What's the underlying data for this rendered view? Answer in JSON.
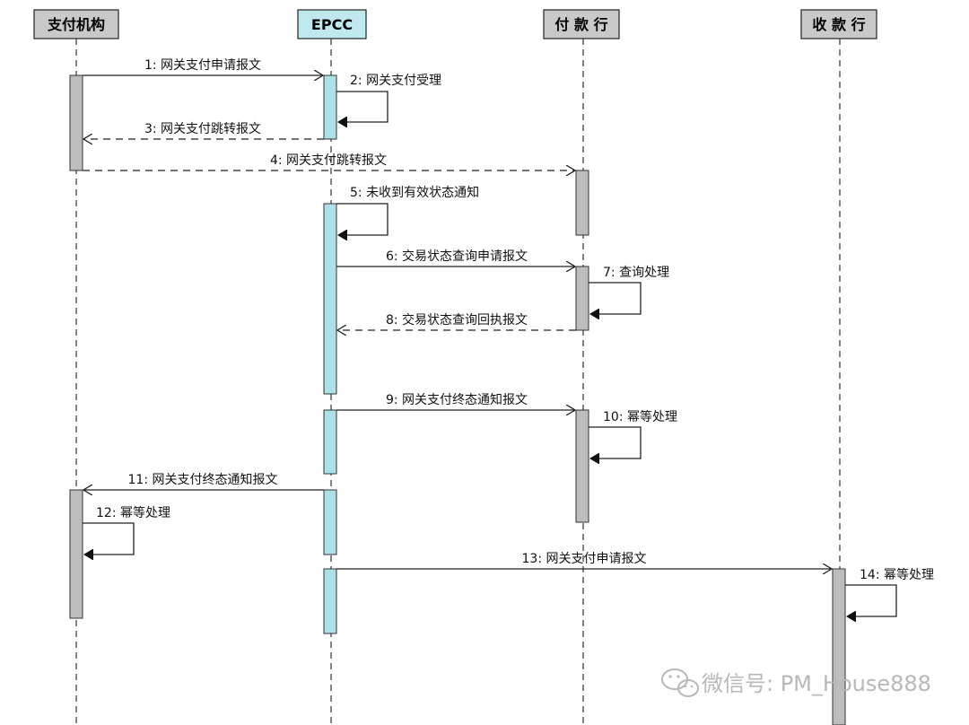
{
  "colors": {
    "header_gray": "#c9c9c9",
    "header_cyan": "#bfe9ef",
    "activation_gray": "#bdbdbd",
    "activation_cyan": "#aee0ea",
    "line": "#222222",
    "watermark": "#b8b8b8"
  },
  "lifelines": [
    {
      "id": "payment-institution",
      "label": "支付机构"
    },
    {
      "id": "epcc",
      "label": "EPCC"
    },
    {
      "id": "payer-bank",
      "label": "付 款 行"
    },
    {
      "id": "payee-bank",
      "label": "收 款 行"
    }
  ],
  "messages": [
    {
      "id": "m1",
      "label": "1: 网关支付申请报文",
      "type": "sync"
    },
    {
      "id": "m2",
      "label": "2: 网关支付受理",
      "type": "self"
    },
    {
      "id": "m3",
      "label": "3: 网关支付跳转报文",
      "type": "return"
    },
    {
      "id": "m4",
      "label": "4: 网关支付跳转报文",
      "type": "return"
    },
    {
      "id": "m5",
      "label": "5: 未收到有效状态通知",
      "type": "self"
    },
    {
      "id": "m6",
      "label": "6: 交易状态查询申请报文",
      "type": "sync"
    },
    {
      "id": "m7",
      "label": "7: 查询处理",
      "type": "self"
    },
    {
      "id": "m8",
      "label": "8: 交易状态查询回执报文",
      "type": "return"
    },
    {
      "id": "m9",
      "label": "9: 网关支付终态通知报文",
      "type": "sync"
    },
    {
      "id": "m10",
      "label": "10: 幂等处理",
      "type": "self"
    },
    {
      "id": "m11",
      "label": "11: 网关支付终态通知报文",
      "type": "return"
    },
    {
      "id": "m12",
      "label": "12: 幂等处理",
      "type": "self"
    },
    {
      "id": "m13",
      "label": "13: 网关支付申请报文",
      "type": "sync"
    },
    {
      "id": "m14",
      "label": "14: 幂等处理",
      "type": "self"
    }
  ],
  "watermark": {
    "text": "微信号: PM_House888",
    "icon": "wechat-icon"
  }
}
